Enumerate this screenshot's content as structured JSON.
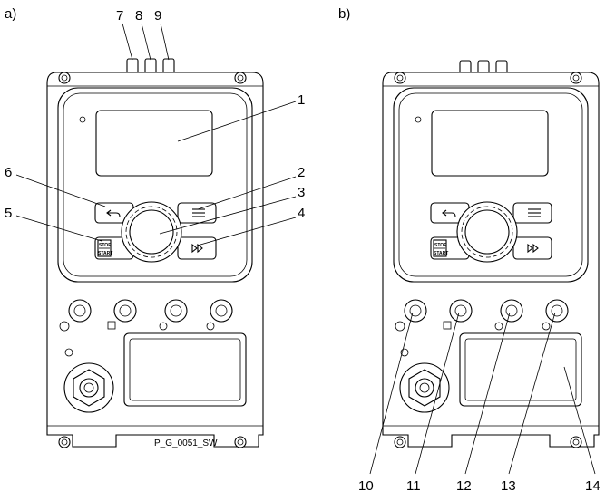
{
  "figure": {
    "panel_a_label": "a)",
    "panel_b_label": "b)",
    "drawing_code": "P_G_0051_SW"
  },
  "button_labels": {
    "stop": "STOP",
    "start": "START"
  },
  "callouts_a": [
    "1",
    "2",
    "3",
    "4",
    "5",
    "6",
    "7",
    "8",
    "9"
  ],
  "callouts_b": [
    "10",
    "11",
    "12",
    "13",
    "14"
  ],
  "icons": {
    "back": "back-arrow-icon",
    "menu": "menu-lines-icon",
    "fast_forward": "fast-forward-icon",
    "ground": "ground-icon",
    "relay": "relay-output-icon",
    "level": "level-switch-icon",
    "flow": "flow-sensor-icon"
  }
}
